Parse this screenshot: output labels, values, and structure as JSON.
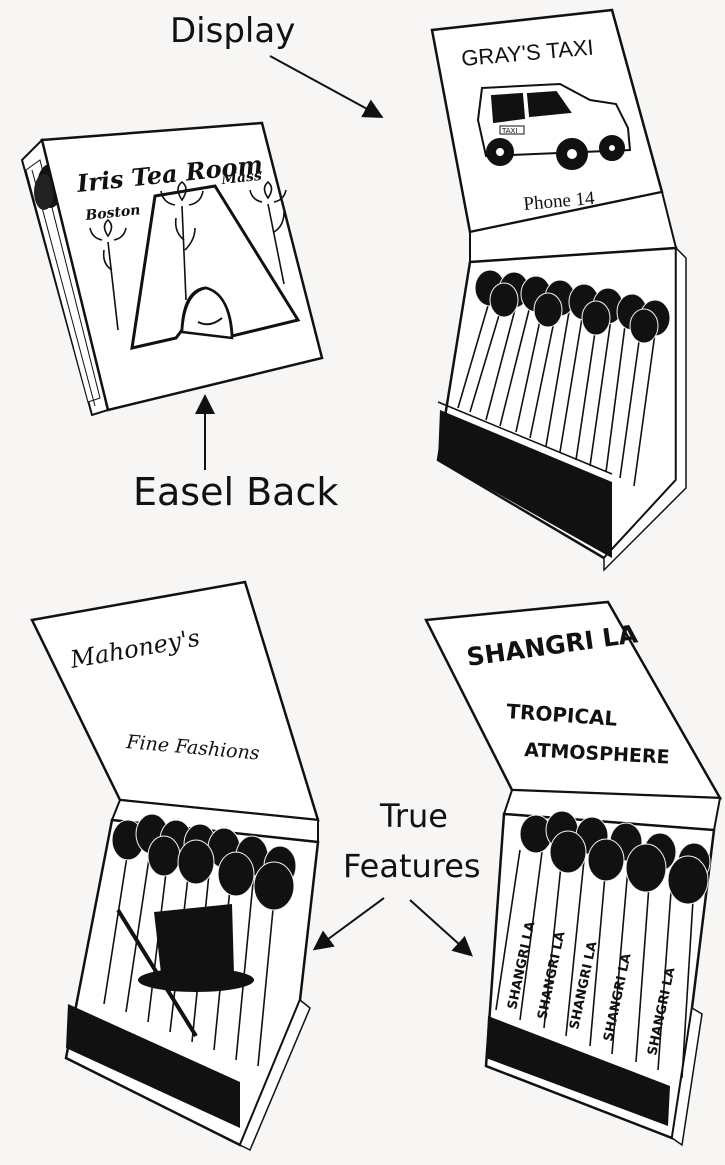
{
  "callouts": {
    "display": "Display",
    "easel_back": "Easel Back",
    "true_features_line1": "True",
    "true_features_line2": "Features"
  },
  "matchbooks": {
    "iris": {
      "title": "Iris Tea Room",
      "city": "Boston",
      "state": "Mass"
    },
    "grays": {
      "title": "GRAY'S TAXI",
      "phone": "Phone 14",
      "cab_sign": "TAXI"
    },
    "mahoney": {
      "line1": "Mahoney's",
      "line2": "Fine Fashions"
    },
    "shangri": {
      "line1": "SHANGRI LA",
      "line2": "TROPICAL",
      "line3": "ATMOSPHERE",
      "match_label": "SHANGRI LA"
    }
  },
  "colors": {
    "ink": "#111111",
    "paper": "#ffffff",
    "background": "#f7f6f4"
  }
}
